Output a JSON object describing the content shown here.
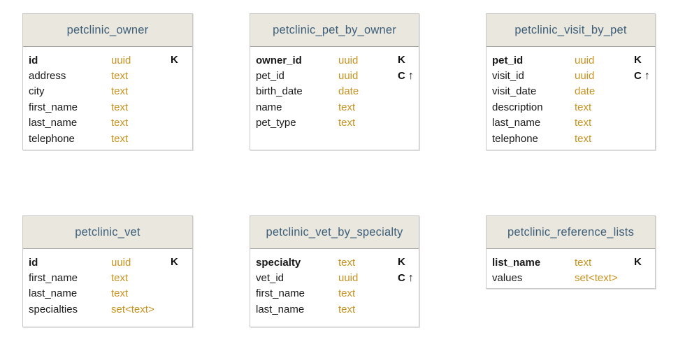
{
  "diagram": {
    "kind": "cassandra-schema",
    "colors": {
      "header_bg": "#e9e7de",
      "header_text": "#3d5f7b",
      "type_text": "#c8921f",
      "border": "#c9c9c9",
      "field_text": "#1a1a1a"
    },
    "key_legend": {
      "partition_key": "K",
      "clustering_key": "C",
      "ascending_arrow": "↑"
    },
    "tables": [
      {
        "title": "petclinic_owner",
        "columns": [
          {
            "name": "id",
            "type": "uuid",
            "key": "K",
            "arrow": ""
          },
          {
            "name": "address",
            "type": "text",
            "key": "",
            "arrow": ""
          },
          {
            "name": "city",
            "type": "text",
            "key": "",
            "arrow": ""
          },
          {
            "name": "first_name",
            "type": "text",
            "key": "",
            "arrow": ""
          },
          {
            "name": "last_name",
            "type": "text",
            "key": "",
            "arrow": ""
          },
          {
            "name": "telephone",
            "type": "text",
            "key": "",
            "arrow": ""
          }
        ]
      },
      {
        "title": "petclinic_pet_by_owner",
        "columns": [
          {
            "name": "owner_id",
            "type": "uuid",
            "key": "K",
            "arrow": ""
          },
          {
            "name": "pet_id",
            "type": "uuid",
            "key": "C",
            "arrow": "↑"
          },
          {
            "name": "birth_date",
            "type": "date",
            "key": "",
            "arrow": ""
          },
          {
            "name": "name",
            "type": "text",
            "key": "",
            "arrow": ""
          },
          {
            "name": "pet_type",
            "type": "text",
            "key": "",
            "arrow": ""
          }
        ]
      },
      {
        "title": "petclinic_visit_by_pet",
        "columns": [
          {
            "name": "pet_id",
            "type": "uuid",
            "key": "K",
            "arrow": ""
          },
          {
            "name": "visit_id",
            "type": "uuid",
            "key": "C",
            "arrow": "↑"
          },
          {
            "name": "visit_date",
            "type": "date",
            "key": "",
            "arrow": ""
          },
          {
            "name": "description",
            "type": "text",
            "key": "",
            "arrow": ""
          },
          {
            "name": "last_name",
            "type": "text",
            "key": "",
            "arrow": ""
          },
          {
            "name": "telephone",
            "type": "text",
            "key": "",
            "arrow": ""
          }
        ]
      },
      {
        "title": "petclinic_vet",
        "columns": [
          {
            "name": "id",
            "type": "uuid",
            "key": "K",
            "arrow": ""
          },
          {
            "name": "first_name",
            "type": "text",
            "key": "",
            "arrow": ""
          },
          {
            "name": "last_name",
            "type": "text",
            "key": "",
            "arrow": ""
          },
          {
            "name": "specialties",
            "type": "set<text>",
            "key": "",
            "arrow": ""
          }
        ]
      },
      {
        "title": "petclinic_vet_by_specialty",
        "columns": [
          {
            "name": "specialty",
            "type": "text",
            "key": "K",
            "arrow": ""
          },
          {
            "name": "vet_id",
            "type": "uuid",
            "key": "C",
            "arrow": "↑"
          },
          {
            "name": "first_name",
            "type": "text",
            "key": "",
            "arrow": ""
          },
          {
            "name": "last_name",
            "type": "text",
            "key": "",
            "arrow": ""
          }
        ]
      },
      {
        "title": "petclinic_reference_lists",
        "columns": [
          {
            "name": "list_name",
            "type": "text",
            "key": "K",
            "arrow": ""
          },
          {
            "name": "values",
            "type": "set<text>",
            "key": "",
            "arrow": ""
          }
        ]
      }
    ]
  }
}
